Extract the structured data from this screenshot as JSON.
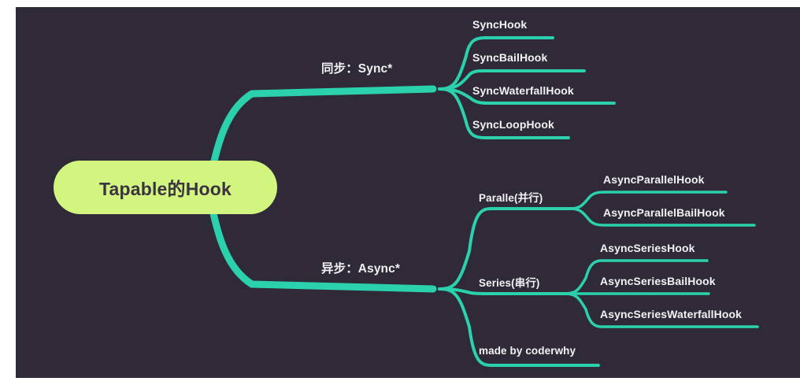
{
  "canvas": {
    "background_color": "#302a38",
    "page_background_color": "#ffffff",
    "line_color": "#2ad1ac",
    "root_fill_color": "#d2f580",
    "root_text_color": "#3a3340",
    "label_text_color": "#f2f1f4"
  },
  "mindmap": {
    "root": {
      "label": "Tapable的Hook"
    },
    "branches": [
      {
        "label": "同步：Sync*",
        "children": [
          {
            "label": "SyncHook"
          },
          {
            "label": "SyncBailHook"
          },
          {
            "label": "SyncWaterfallHook"
          },
          {
            "label": "SyncLoopHook"
          }
        ]
      },
      {
        "label": "异步：Async*",
        "children": [
          {
            "label": "Paralle(并行)",
            "children": [
              {
                "label": "AsyncParallelHook"
              },
              {
                "label": "AsyncParallelBailHook"
              }
            ]
          },
          {
            "label": "Series(串行)",
            "children": [
              {
                "label": "AsyncSeriesHook"
              },
              {
                "label": "AsyncSeriesBailHook"
              },
              {
                "label": "AsyncSeriesWaterfallHook"
              }
            ]
          },
          {
            "label": "made by coderwhy",
            "children": []
          }
        ]
      }
    ]
  }
}
